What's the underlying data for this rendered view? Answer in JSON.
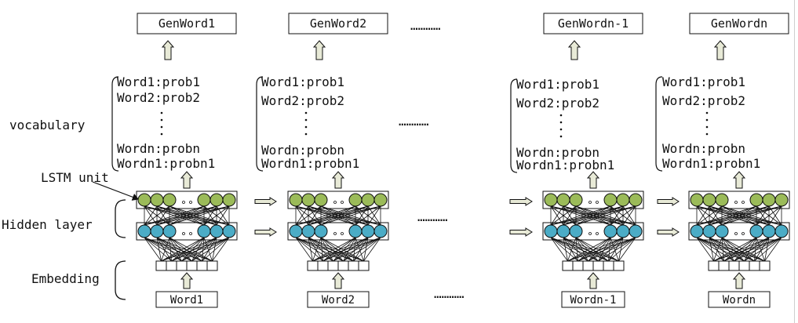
{
  "outputs": [
    "GenWord1",
    "GenWord2",
    "GenWordn-1",
    "GenWordn"
  ],
  "inputs": [
    "Word1",
    "Word2",
    "Wordn-1",
    "Wordn"
  ],
  "vocab": {
    "first": "Word1:prob1",
    "second": "Word2:prob2",
    "nth": "Wordn:probn",
    "n1": "Wordn1:probn1"
  },
  "ellipsis_dots": "…………",
  "side_labels": {
    "vocabulary": "vocabulary",
    "lstm_unit": "LSTM unit",
    "hidden_layer": "Hidden layer",
    "embedding": "Embedding"
  },
  "colors": {
    "lstm_green": "#9bbb59",
    "hidden_blue": "#4bacc6",
    "arrow_fill": "#e8ead7",
    "stroke": "#111111"
  }
}
